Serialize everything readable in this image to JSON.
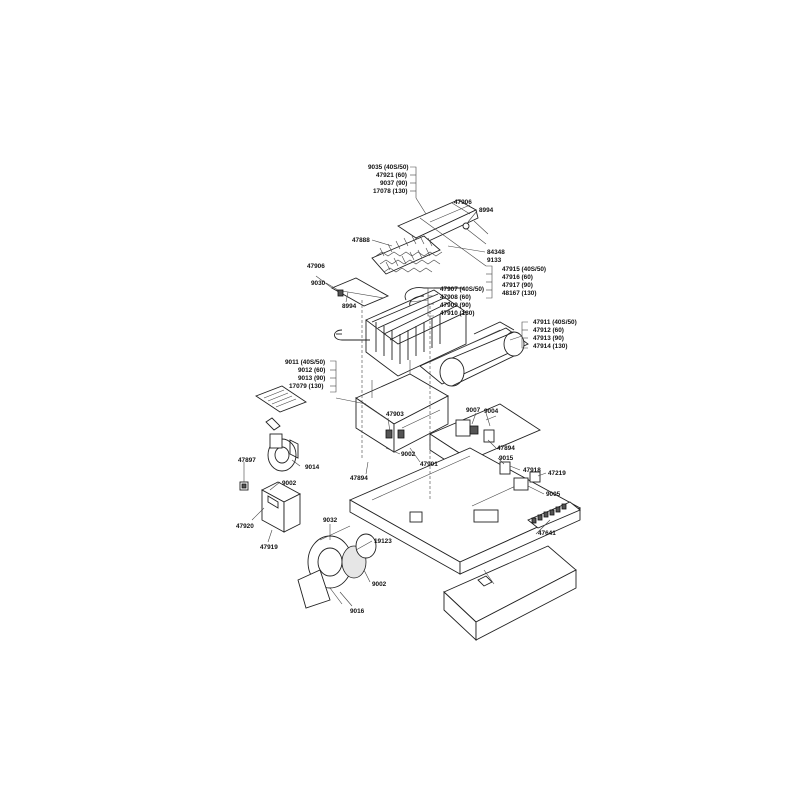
{
  "labels": {
    "l9035": "9035 (40S/50)",
    "l47921": "47921 (60)",
    "l9037": "9037 (90)",
    "l17078": "17078 (130)",
    "l47906a": "47906",
    "l8994a": "8994",
    "l47888": "47888",
    "l84348": "84348",
    "l9133": "9133",
    "l47906b": "47906",
    "l9030": "9030",
    "l8994b": "8994",
    "l47915": "47915 (40S/50)",
    "l47916": "47916 (60)",
    "l47917": "47917 (90)",
    "l48167": "48167 (130)",
    "l47907": "47907 (40S/50)",
    "l47908": "47908 (60)",
    "l47909": "47909 (90)",
    "l47910": "47910 (130)",
    "l47911": "47911 (40S/50)",
    "l47912": "47912 (60)",
    "l47913": "47913 (90)",
    "l47914": "47914 (130)",
    "l9011": "9011 (40S/50)",
    "l9012b": "9012 (60)",
    "l9013": "9013 (90)",
    "l17079": "17079 (130)",
    "l47903": "47903",
    "l9007": "9007",
    "l9004": "9004",
    "l47894a": "47894",
    "l9015": "9015",
    "l47897": "47897",
    "l9014": "9014",
    "l9002a": "9002",
    "l47901": "47901",
    "l47894b": "47894",
    "l47918": "47918",
    "l47219": "47219",
    "l9005": "9005",
    "l9002b": "9002",
    "l47920": "47920",
    "l47919": "47919",
    "l9032": "9032",
    "l19123": "19123",
    "l47641": "47641",
    "l9002c": "9002",
    "l9016": "9016"
  }
}
